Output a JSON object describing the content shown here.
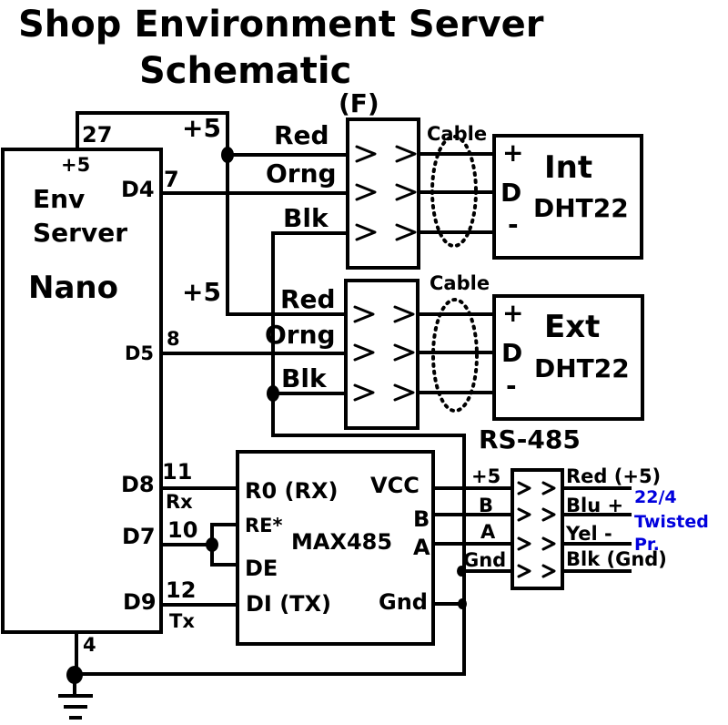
{
  "title": {
    "line1": "Shop Environment Server",
    "line2": "Schematic"
  },
  "fuse_label": "(F)",
  "nano": {
    "name_line1": "Env",
    "name_line2": "Server",
    "model": "Nano",
    "vcc_label": "+5",
    "vcc_pin": "27",
    "pins": {
      "d4": "D4",
      "d4_num": "7",
      "d5": "D5",
      "d5_num": "8",
      "d8": "D8",
      "d8_num": "11",
      "d8_fn": "Rx",
      "d7": "D7",
      "d7_num": "10",
      "d9": "D9",
      "d9_num": "12",
      "d9_fn": "Tx",
      "gnd_num": "4"
    }
  },
  "power_labels": {
    "top": "+5",
    "mid": "+5"
  },
  "connector_int": {
    "red": "Red",
    "orng": "Orng",
    "blk": "Blk",
    "cable": "Cable"
  },
  "connector_ext": {
    "red": "Red",
    "orng": "Orng",
    "blk": "Blk",
    "cable": "Cable"
  },
  "dht_int": {
    "plus": "+",
    "data": "D",
    "minus": "-",
    "name": "Int",
    "model": "DHT22"
  },
  "dht_ext": {
    "plus": "+",
    "data": "D",
    "minus": "-",
    "name": "Ext",
    "model": "DHT22"
  },
  "max485": {
    "name": "MAX485",
    "ro": "R0 (RX)",
    "re": "RE*",
    "de": "DE",
    "di": "DI (TX)",
    "vcc": "VCC",
    "b": "B",
    "a": "A",
    "gnd": "Gnd"
  },
  "rs485": {
    "title": "RS-485",
    "in_plus5": "+5",
    "in_b": "B",
    "in_a": "A",
    "in_gnd": "Gnd",
    "out_red": "Red (+5)",
    "out_blu": "Blu +",
    "out_yel": "Yel -",
    "out_blk": "Blk (Gnd)",
    "cable_note_1": "22/4",
    "cable_note_2": "Twisted",
    "cable_note_3": "Pr."
  }
}
